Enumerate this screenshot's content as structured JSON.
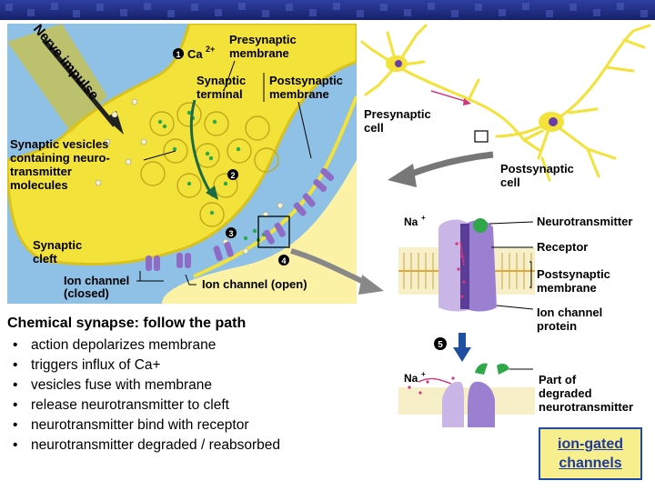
{
  "main_labels": {
    "nerve_impulse": "Nerve impulse",
    "step1": "1",
    "ca": "Ca",
    "ca_sup": "2+",
    "presynaptic_membrane": [
      "Presynaptic",
      "membrane"
    ],
    "synaptic_terminal": [
      "Synaptic",
      "terminal"
    ],
    "postsynaptic_membrane": [
      "Postsynaptic",
      "membrane"
    ],
    "synaptic_vesicles": [
      "Synaptic vesicles",
      "containing neuro-",
      "transmitter",
      "molecules"
    ],
    "step2": "2",
    "step3": "3",
    "step4": "4",
    "synaptic_cleft": [
      "Synaptic",
      "cleft"
    ],
    "ion_channel_closed": [
      "Ion channel",
      "(closed)"
    ],
    "ion_channel_open": "Ion channel (open)"
  },
  "neuron_labels": {
    "presynaptic_cell": [
      "Presynaptic",
      "cell"
    ],
    "postsynaptic_cell": [
      "Postsynaptic",
      "cell"
    ]
  },
  "receptor_labels": {
    "na_top": "Na",
    "na_bottom": "Na",
    "na_sup": "+",
    "neurotransmitter": "Neurotransmitter",
    "receptor": "Receptor",
    "postsynaptic_membrane": [
      "Postsynaptic",
      "membrane"
    ],
    "ion_channel_protein": [
      "Ion channel",
      "protein"
    ],
    "step5": "5",
    "degraded": [
      "Part of",
      "degraded",
      "neurotransmitter"
    ]
  },
  "caption": "Chemical synapse: follow the path",
  "bullet_symbol": "•",
  "steps": [
    "action depolarizes membrane",
    "triggers influx of Ca+",
    "vesicles fuse with membrane",
    "release neurotransmitter to cleft",
    "neurotransmitter bind with receptor",
    "neurotransmitter degraded / reabsorbed"
  ],
  "callout": [
    "ion-gated",
    "channels"
  ],
  "colors": {
    "header_band": "#1e2a88",
    "terminal_yellow": "#f2e23a",
    "postsynaptic_yellow": "#fbf2a6",
    "diagram_bg": "#8fc0e6",
    "ion_channel": "#8e6cc6",
    "neurotransmitter": "#2fa84a",
    "callout_bg": "#f7ee8d",
    "callout_text": "#1f3a9e"
  }
}
